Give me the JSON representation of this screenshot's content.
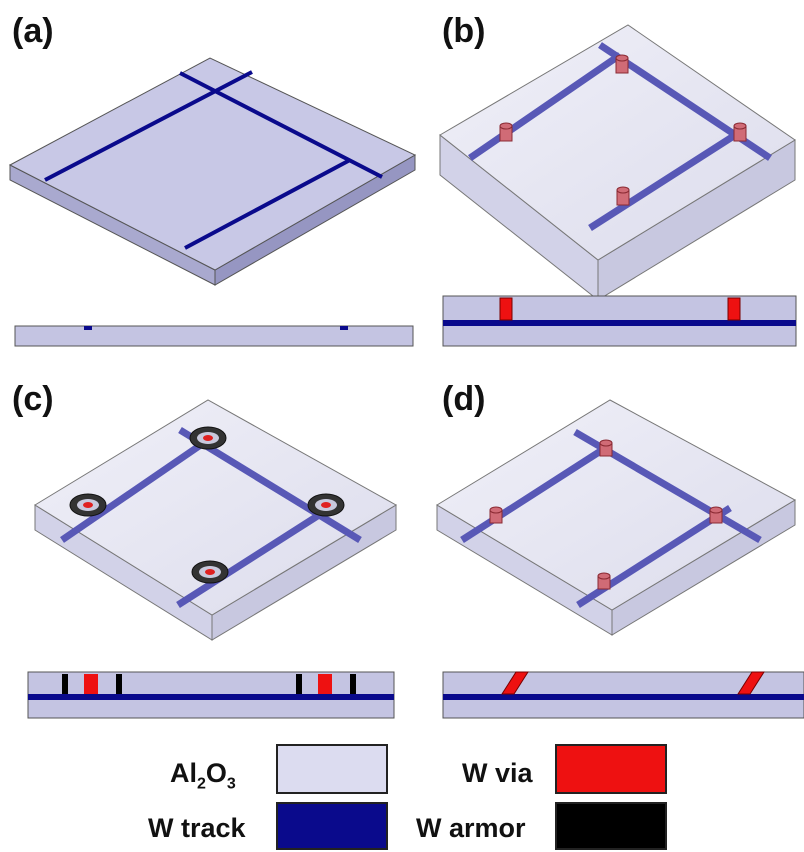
{
  "panels": {
    "a": "(a)",
    "b": "(b)",
    "c": "(c)",
    "d": "(d)"
  },
  "legend": {
    "al2o3": {
      "base": "Al",
      "sub1": "2",
      "mid": "O",
      "sub2": "3",
      "color": "#dcdcf0"
    },
    "w_track": {
      "label": "W track",
      "color": "#0a0a8c"
    },
    "w_via": {
      "label": "W via",
      "color": "#ee1111"
    },
    "w_armor": {
      "label": "W armor",
      "color": "#000000"
    }
  },
  "colors": {
    "substrate_top": "#c9c9e6",
    "substrate_side": "#b4b4d6",
    "glass_top": "#e6e6f2",
    "track": "#0a0a8c",
    "track_translucent": "#5a5ab8",
    "via": "#e02020"
  }
}
